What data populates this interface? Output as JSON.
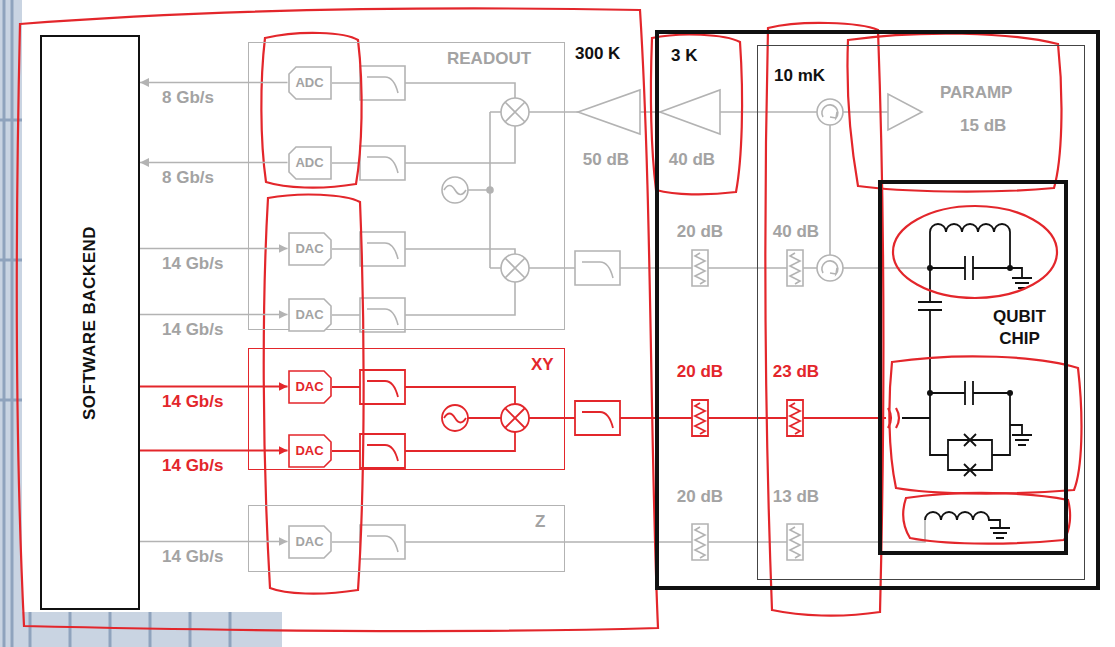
{
  "diagram": {
    "nodes": [
      {
        "text": [
          "SOFTWARE BACKEND"
        ]
      },
      {
        "text": [
          "READOUT"
        ]
      },
      {
        "text": [
          "ADC"
        ],
        "in": 1
      },
      {
        "text": [
          "ADC"
        ],
        "in": 1
      },
      {
        "text": [
          "DAC"
        ],
        "in": 1
      },
      {
        "text": [
          "DAC"
        ],
        "in": 1
      },
      {
        "text": [
          "XY"
        ]
      },
      {
        "text": [
          "DAC"
        ],
        "in": 6
      },
      {
        "text": [
          "DAC"
        ],
        "in": 6
      },
      {
        "text": [
          "Z"
        ]
      },
      {
        "text": [
          "DAC"
        ],
        "in": 9
      },
      {
        "text": [
          "3 K"
        ]
      },
      {
        "text": [
          "10 mK"
        ],
        "in": 11
      },
      {
        "text": [
          "QUBIT CHIP"
        ],
        "in": 12
      }
    ],
    "edges": [
      {
        "from": 2,
        "to": 0,
        "arrow": "to",
        "label": "8 Gb/s"
      },
      {
        "from": 3,
        "to": 0,
        "arrow": "to",
        "label": "8 Gb/s"
      },
      {
        "from": 0,
        "to": 4,
        "arrow": "to",
        "label": "14 Gb/s"
      },
      {
        "from": 0,
        "to": 5,
        "arrow": "to",
        "label": "14 Gb/s"
      },
      {
        "from": 0,
        "to": 7,
        "arrow": "to",
        "label": "14 Gb/s"
      },
      {
        "from": 0,
        "to": 8,
        "arrow": "to",
        "label": "14 Gb/s"
      },
      {
        "from": 0,
        "to": 10,
        "arrow": "to",
        "label": "14 Gb/s"
      }
    ],
    "labels": [
      "300 K",
      "50 dB",
      "40 dB",
      "PARAMP",
      "15 dB",
      "20 dB",
      "40 dB",
      "20 dB",
      "23 dB",
      "20 dB",
      "13 dB"
    ]
  }
}
